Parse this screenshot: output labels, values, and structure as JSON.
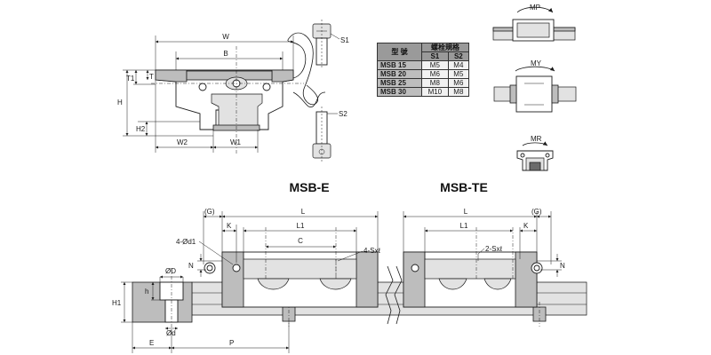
{
  "titles": {
    "left": "MSB-E",
    "right": "MSB-TE"
  },
  "spec_table": {
    "header_model": "型 號",
    "header_spec": "螺栓規格",
    "col_s1": "S1",
    "col_s2": "S2",
    "rows": [
      {
        "model": "MSB 15",
        "s1": "M5",
        "s2": "M4"
      },
      {
        "model": "MSB 20",
        "s1": "M6",
        "s2": "M5"
      },
      {
        "model": "MSB 25",
        "s1": "M8",
        "s2": "M6"
      },
      {
        "model": "MSB 30",
        "s1": "M10",
        "s2": "M8"
      }
    ]
  },
  "front_view": {
    "W": "W",
    "B": "B",
    "T1": "T1",
    "T": "T",
    "H": "H",
    "H2": "H2",
    "W2": "W2",
    "W1": "W1"
  },
  "bolts": {
    "S1": "S1",
    "S2": "S2"
  },
  "moments": {
    "MP": "MP",
    "MY": "MY",
    "MR": "MR"
  },
  "side_left": {
    "G": "(G)",
    "L": "L",
    "K": "K",
    "L1": "L1",
    "C": "C",
    "hole": "4-Ød1",
    "thread": "4-Sxℓ",
    "N": "N"
  },
  "side_right": {
    "L": "L",
    "G": "(G)",
    "L1": "L1",
    "thread": "2-Sxℓ",
    "K": "K",
    "N": "N"
  },
  "rail_section": {
    "OD": "ØD",
    "h": "h",
    "H1": "H1",
    "Od": "Ød",
    "E": "E",
    "P": "P"
  }
}
